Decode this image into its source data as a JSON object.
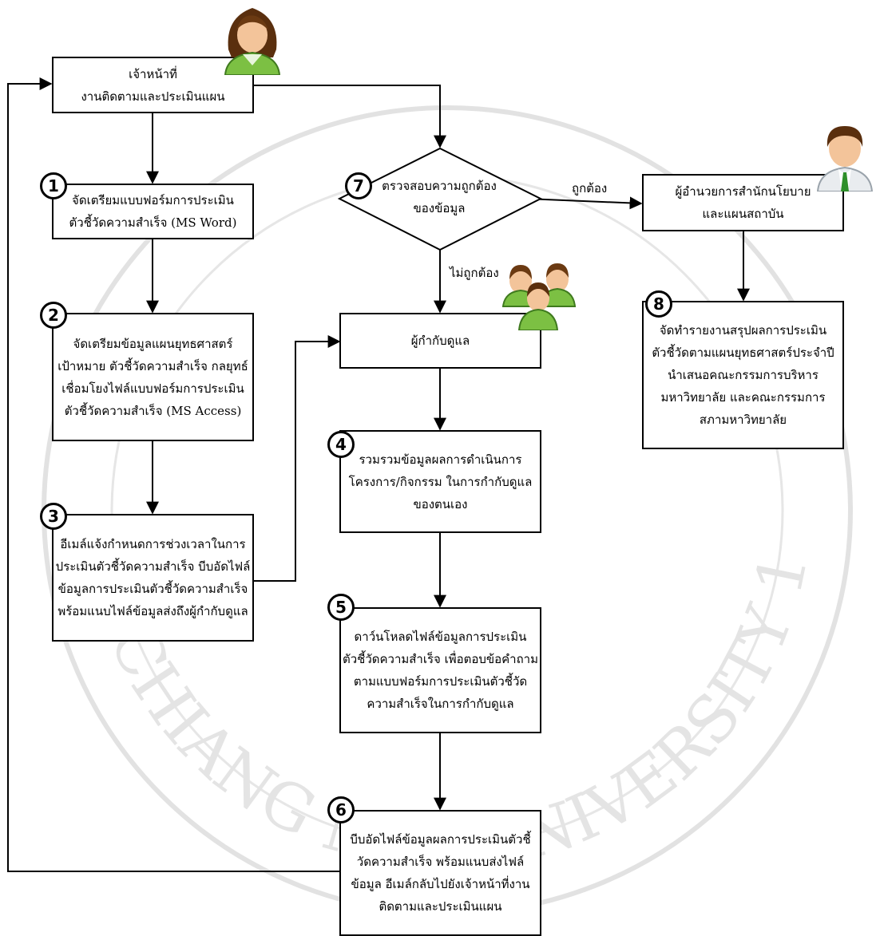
{
  "start": {
    "text": "เจ้าหน้าที่\nงานติดตามและประเมินแผน"
  },
  "steps": {
    "s1": {
      "num": "1",
      "text": "จัดเตรียมแบบฟอร์มการประเมิน\nตัวชี้วัดความสำเร็จ (MS Word)"
    },
    "s2": {
      "num": "2",
      "text": "จัดเตรียมข้อมูลแผนยุทธศาสตร์\nเป้าหมาย ตัวชี้วัดความสำเร็จ กลยุทธ์\nเชื่อมโยงไฟล์แบบฟอร์มการประเมิน\nตัวชี้วัดความสำเร็จ (MS Access)"
    },
    "s3": {
      "num": "3",
      "text": "อีเมล์แจ้งกำหนดการช่วงเวลาในการ\nประเมินตัวชี้วัดความสำเร็จ บีบอัดไฟล์\nข้อมูลการประเมินตัวชี้วัดความสำเร็จ\nพร้อมแนบไฟล์ข้อมูลส่งถึงผู้กำกับดูแล"
    },
    "s4": {
      "num": "4",
      "text": "รวมรวมข้อมูลผลการดำเนินการ\nโครงการ/กิจกรรม ในการกำกับดูแล\nของตนเอง"
    },
    "s5": {
      "num": "5",
      "text": "ดาว์นโหลดไฟล์ข้อมูลการประเมิน\nตัวชี้วัดความสำเร็จ เพื่อตอบข้อคำถาม\nตามแบบฟอร์มการประเมินตัวชี้วัด\nความสำเร็จในการกำกับดูแล"
    },
    "s6": {
      "num": "6",
      "text": "บีบอัดไฟล์ข้อมูลผลการประเมินตัวชี้\nวัดความสำเร็จ พร้อมแนบส่งไฟล์\nข้อมูล อีเมล์กลับไปยังเจ้าหน้าที่งาน\nติดตามและประเมินแผน"
    },
    "s7": {
      "num": "7",
      "text": "ตรวจสอบความถูกต้อง\nของข้อมูล"
    },
    "s8": {
      "num": "8",
      "text": "จัดทำรายงานสรุปผลการประเมิน\nตัวชี้วัดตามแผนยุทธศาสตร์ประจำปี\nนำเสนอคณะกรรมการบริหาร\nมหาวิทยาลัย และคณะกรรมการ\nสภามหาวิทยาลัย"
    }
  },
  "supervisor": {
    "text": "ผู้กำกับดูแล"
  },
  "director": {
    "text": "ผู้อำนวยการสำนักนโยบาย\nและแผนสถาบัน"
  },
  "labels": {
    "correct": "ถูกต้อง",
    "incorrect": "ไม่ถูกต้อง"
  },
  "watermark": {
    "text": "CHIANG MAI UNIVERSITY 1964"
  },
  "colors": {
    "line": "#000000",
    "skin": "#f2c59a",
    "hair": "#6b3a12",
    "shirt_green": "#7cc043",
    "watermark": "#d9d9d9"
  },
  "icons": [
    "female-person-icon",
    "male-person-icon",
    "group-people-icon"
  ]
}
